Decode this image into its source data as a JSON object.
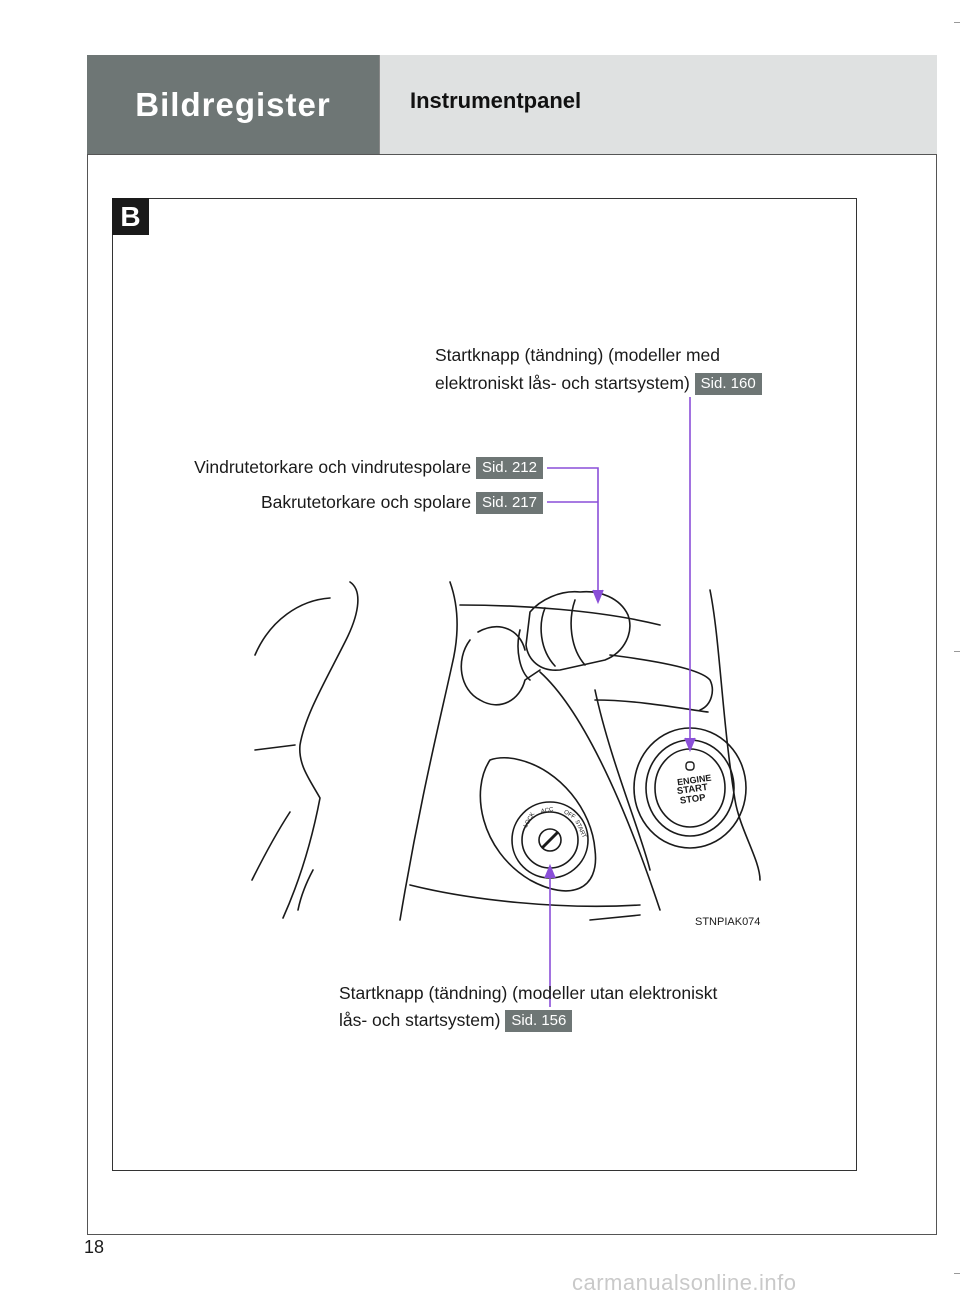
{
  "header": {
    "section": "Bildregister",
    "title": "Instrumentpanel"
  },
  "badge": "B",
  "callouts": {
    "start_electronic": {
      "line1": "Startknapp (tändning) (modeller med",
      "line2": "elektroniskt lås- och startsystem)",
      "page": "Sid. 160"
    },
    "wiper_front": {
      "text": "Vindrutetorkare och vindrutespolare",
      "page": "Sid. 212"
    },
    "wiper_rear": {
      "text": "Bakrutetorkare och spolare",
      "page": "Sid. 217"
    },
    "start_key": {
      "line1": "Startknapp (tändning) (modeller utan elektroniskt",
      "line2": "lås- och startsystem)",
      "page": "Sid. 156"
    }
  },
  "illustration": {
    "code": "STNPIAK074",
    "button_lines": [
      "ENGINE",
      "START",
      "STOP"
    ],
    "key_positions": [
      "LOCK",
      "ACC",
      "OFF",
      "START"
    ]
  },
  "colors": {
    "header_dark": "#6e7675",
    "header_light": "#dfe1e1",
    "pointer": "#8a4fd8"
  },
  "page_number": "18",
  "watermark": "carmanualsonline.info"
}
